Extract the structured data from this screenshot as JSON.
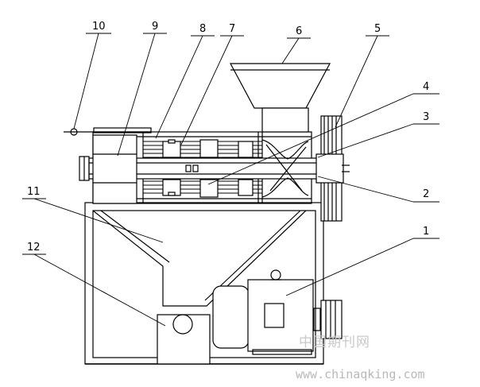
{
  "diagram": {
    "callouts": [
      "1",
      "2",
      "3",
      "4",
      "5",
      "6",
      "7",
      "8",
      "9",
      "10",
      "11",
      "12"
    ]
  },
  "watermark": {
    "site_cn": "中国期刊网",
    "site_url": "www.chinaqking.com"
  }
}
